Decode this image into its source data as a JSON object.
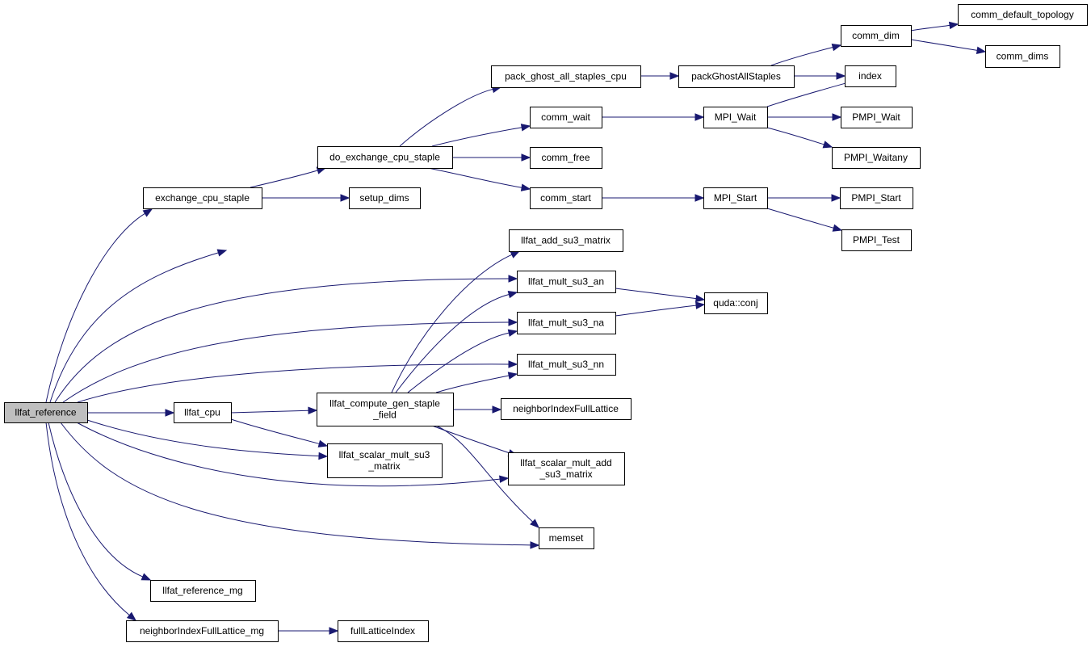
{
  "diagram": {
    "type": "call-graph",
    "root": "llfat_reference",
    "colors": {
      "edge": "#191970",
      "root_fill": "#bfbfbf",
      "node_fill": "#ffffff",
      "node_border": "#000000"
    },
    "nodes": [
      {
        "id": "llfat_reference",
        "lines": [
          "llfat_reference"
        ],
        "root": true
      },
      {
        "id": "exchange_cpu_staple",
        "lines": [
          "exchange_cpu_staple"
        ]
      },
      {
        "id": "do_exchange_cpu_staple",
        "lines": [
          "do_exchange_cpu_staple"
        ]
      },
      {
        "id": "pack_ghost_all_staples_cpu",
        "lines": [
          "pack_ghost_all_staples_cpu"
        ]
      },
      {
        "id": "packGhostAllStaples",
        "lines": [
          "packGhostAllStaples"
        ]
      },
      {
        "id": "comm_dim",
        "lines": [
          "comm_dim"
        ]
      },
      {
        "id": "comm_default_topology",
        "lines": [
          "comm_default_topology"
        ]
      },
      {
        "id": "comm_dims",
        "lines": [
          "comm_dims"
        ]
      },
      {
        "id": "index",
        "lines": [
          "index"
        ]
      },
      {
        "id": "comm_wait",
        "lines": [
          "comm_wait"
        ]
      },
      {
        "id": "MPI_Wait",
        "lines": [
          "MPI_Wait"
        ]
      },
      {
        "id": "PMPI_Wait",
        "lines": [
          "PMPI_Wait"
        ]
      },
      {
        "id": "PMPI_Waitany",
        "lines": [
          "PMPI_Waitany"
        ]
      },
      {
        "id": "comm_free",
        "lines": [
          "comm_free"
        ]
      },
      {
        "id": "comm_start",
        "lines": [
          "comm_start"
        ]
      },
      {
        "id": "MPI_Start",
        "lines": [
          "MPI_Start"
        ]
      },
      {
        "id": "PMPI_Start",
        "lines": [
          "PMPI_Start"
        ]
      },
      {
        "id": "PMPI_Test",
        "lines": [
          "PMPI_Test"
        ]
      },
      {
        "id": "setup_dims",
        "lines": [
          "setup_dims"
        ]
      },
      {
        "id": "llfat_add_su3_matrix",
        "lines": [
          "llfat_add_su3_matrix"
        ]
      },
      {
        "id": "llfat_mult_su3_an",
        "lines": [
          "llfat_mult_su3_an"
        ]
      },
      {
        "id": "quda_conj",
        "lines": [
          "quda::conj"
        ]
      },
      {
        "id": "llfat_mult_su3_na",
        "lines": [
          "llfat_mult_su3_na"
        ]
      },
      {
        "id": "llfat_mult_su3_nn",
        "lines": [
          "llfat_mult_su3_nn"
        ]
      },
      {
        "id": "llfat_cpu",
        "lines": [
          "llfat_cpu"
        ]
      },
      {
        "id": "llfat_compute_gen_staple_field",
        "lines": [
          "llfat_compute_gen_staple",
          "_field"
        ]
      },
      {
        "id": "neighborIndexFullLattice",
        "lines": [
          "neighborIndexFullLattice"
        ]
      },
      {
        "id": "llfat_scalar_mult_su3_matrix",
        "lines": [
          "llfat_scalar_mult_su3",
          "_matrix"
        ]
      },
      {
        "id": "llfat_scalar_mult_add_su3_matrix",
        "lines": [
          "llfat_scalar_mult_add",
          "_su3_matrix"
        ]
      },
      {
        "id": "memset",
        "lines": [
          "memset"
        ]
      },
      {
        "id": "llfat_reference_mg",
        "lines": [
          "llfat_reference_mg"
        ]
      },
      {
        "id": "neighborIndexFullLattice_mg",
        "lines": [
          "neighborIndexFullLattice_mg"
        ]
      },
      {
        "id": "fullLatticeIndex",
        "lines": [
          "fullLatticeIndex"
        ]
      }
    ],
    "edges": [
      [
        "llfat_reference",
        "exchange_cpu_staple"
      ],
      [
        "llfat_reference",
        "llfat_add_su3_matrix"
      ],
      [
        "llfat_reference",
        "llfat_mult_su3_an"
      ],
      [
        "llfat_reference",
        "llfat_mult_su3_na"
      ],
      [
        "llfat_reference",
        "llfat_mult_su3_nn"
      ],
      [
        "llfat_reference",
        "llfat_cpu"
      ],
      [
        "llfat_reference",
        "llfat_scalar_mult_su3_matrix"
      ],
      [
        "llfat_reference",
        "llfat_scalar_mult_add_su3_matrix"
      ],
      [
        "llfat_reference",
        "memset"
      ],
      [
        "llfat_reference",
        "llfat_reference_mg"
      ],
      [
        "llfat_reference",
        "neighborIndexFullLattice_mg"
      ],
      [
        "exchange_cpu_staple",
        "do_exchange_cpu_staple"
      ],
      [
        "exchange_cpu_staple",
        "setup_dims"
      ],
      [
        "do_exchange_cpu_staple",
        "pack_ghost_all_staples_cpu"
      ],
      [
        "do_exchange_cpu_staple",
        "comm_wait"
      ],
      [
        "do_exchange_cpu_staple",
        "comm_free"
      ],
      [
        "do_exchange_cpu_staple",
        "comm_start"
      ],
      [
        "pack_ghost_all_staples_cpu",
        "packGhostAllStaples"
      ],
      [
        "packGhostAllStaples",
        "comm_dim"
      ],
      [
        "packGhostAllStaples",
        "index"
      ],
      [
        "comm_dim",
        "comm_default_topology"
      ],
      [
        "comm_dim",
        "comm_dims"
      ],
      [
        "comm_wait",
        "MPI_Wait"
      ],
      [
        "MPI_Wait",
        "index"
      ],
      [
        "MPI_Wait",
        "PMPI_Wait"
      ],
      [
        "MPI_Wait",
        "PMPI_Waitany"
      ],
      [
        "comm_start",
        "MPI_Start"
      ],
      [
        "MPI_Start",
        "PMPI_Start"
      ],
      [
        "MPI_Start",
        "PMPI_Test"
      ],
      [
        "llfat_mult_su3_an",
        "quda_conj"
      ],
      [
        "llfat_mult_su3_na",
        "quda_conj"
      ],
      [
        "llfat_cpu",
        "llfat_compute_gen_staple_field"
      ],
      [
        "llfat_cpu",
        "llfat_scalar_mult_su3_matrix"
      ],
      [
        "llfat_compute_gen_staple_field",
        "llfat_add_su3_matrix"
      ],
      [
        "llfat_compute_gen_staple_field",
        "llfat_mult_su3_an"
      ],
      [
        "llfat_compute_gen_staple_field",
        "llfat_mult_su3_na"
      ],
      [
        "llfat_compute_gen_staple_field",
        "llfat_mult_su3_nn"
      ],
      [
        "llfat_compute_gen_staple_field",
        "neighborIndexFullLattice"
      ],
      [
        "llfat_compute_gen_staple_field",
        "llfat_scalar_mult_add_su3_matrix"
      ],
      [
        "llfat_compute_gen_staple_field",
        "memset"
      ],
      [
        "neighborIndexFullLattice_mg",
        "fullLatticeIndex"
      ]
    ]
  }
}
